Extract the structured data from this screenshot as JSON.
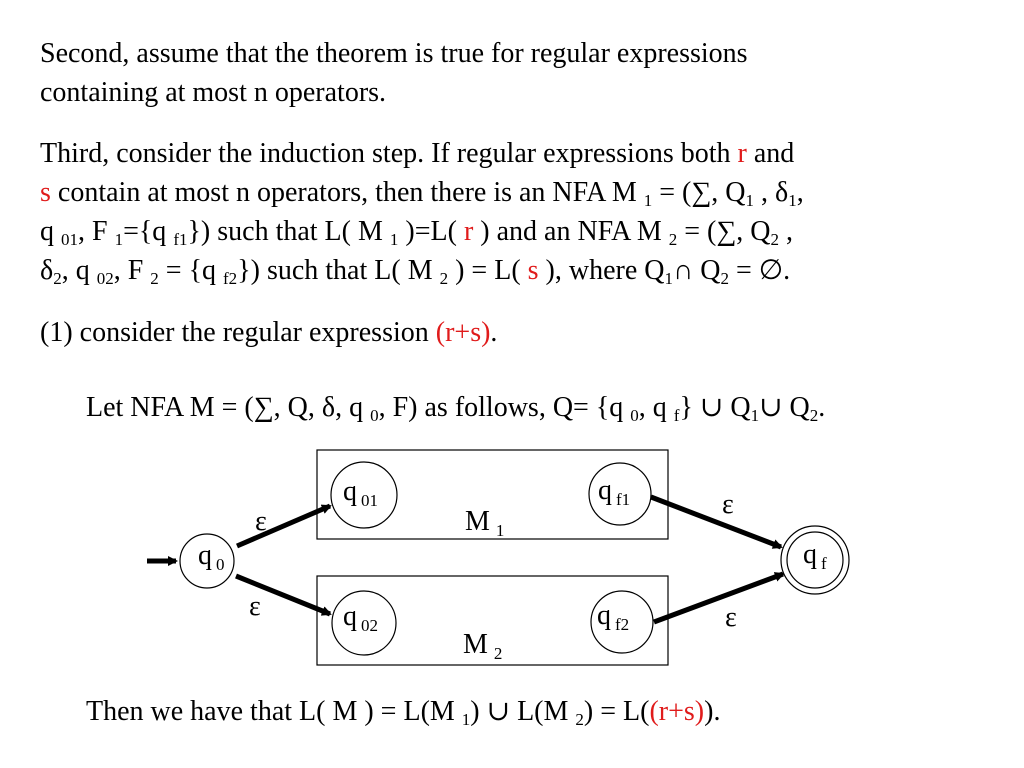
{
  "slide": {
    "p1": {
      "line1": "Second, assume that the theorem is true for regular expressions",
      "line2": "containing at most n operators."
    },
    "p2": {
      "a": "Third, consider the induction step.  If regular expressions both ",
      "r": "r",
      "b": " and",
      "s": "s",
      "c": " contain at most n operators, then there is an NFA M ",
      "sub1": "1",
      "d": " = (∑, Q",
      "sub2": "1",
      "e": " , δ",
      "sub3": "1",
      "f": ",",
      "g": "q ",
      "sub4": "01",
      "h": ", F ",
      "sub5": "1",
      "i": "={q ",
      "sub6": "f1",
      "j": "}) such that L( M ",
      "sub7": "1",
      "k": " )=L( ",
      "r2": "r",
      "l": " ) and an NFA M ",
      "sub8": "2",
      "m": " = (∑, Q",
      "sub9": "2",
      "n": " ,",
      "o": "δ",
      "sub10": "2",
      "p": ", q ",
      "sub11": "02",
      "q": ", F ",
      "sub12": "2",
      "rr": " = {q ",
      "sub13": "f2",
      "s2": "}) such that L( M ",
      "sub14": "2",
      "t": " ) = L( ",
      "s3": "s",
      "u": " ), where Q",
      "sub15": "1",
      "v": "∩ Q",
      "sub16": "2",
      "w": " = ∅."
    },
    "p3": {
      "a": "(1) consider the regular expression ",
      "expr": "(r+s)",
      "b": "."
    },
    "p4": {
      "a": "Let NFA M = (∑, Q, δ, q ",
      "sub1": "0",
      "b": ", F) as follows, Q= {q ",
      "sub2": "0",
      "c": ", q ",
      "sub3": "f",
      "d": "} ∪ Q",
      "sub4": "1",
      "e": "∪ Q",
      "sub5": "2",
      "f": "."
    },
    "p5": {
      "a": "Then we have that L( M ) = L(M ",
      "sub1": "1",
      "b": ") ∪ L(M ",
      "sub2": "2",
      "c": ") = L(",
      "expr": "(r+s)",
      "d": ")."
    }
  },
  "diagram": {
    "q0": {
      "main": "q",
      "sub": "0"
    },
    "q01": {
      "main": "q",
      "sub": "01"
    },
    "qf1": {
      "main": "q",
      "sub": "f1"
    },
    "q02": {
      "main": "q",
      "sub": "02"
    },
    "qf2": {
      "main": "q",
      "sub": "f2"
    },
    "qf": {
      "main": "q",
      "sub": "f"
    },
    "m1": {
      "main": "M",
      "sub": "1"
    },
    "m2": {
      "main": "M",
      "sub": "2"
    },
    "eps": "ε"
  },
  "colors": {
    "accent": "#e01b1b",
    "text": "#000000"
  }
}
